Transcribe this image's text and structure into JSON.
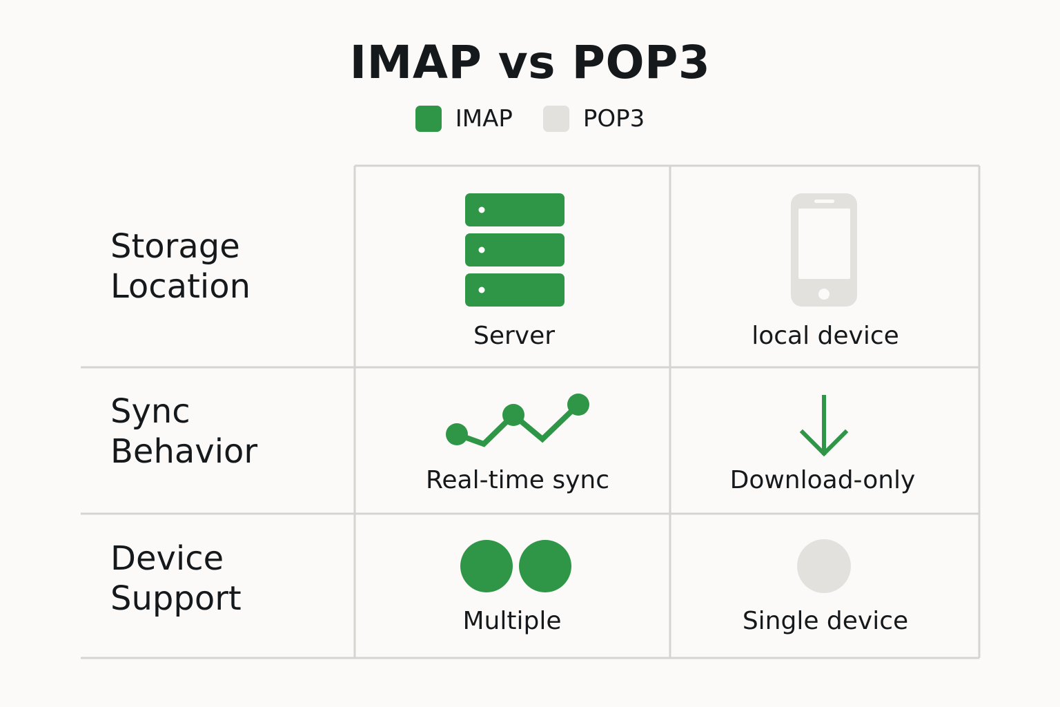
{
  "title": "IMAP vs POP3",
  "legend": [
    {
      "label": "IMAP",
      "color": "#2e9646"
    },
    {
      "label": "POP3",
      "color": "#e3e1de"
    }
  ],
  "rows": [
    {
      "label_line1": "Storage",
      "label_line2": "Location",
      "imap": "Server",
      "imap_icon": "server-icon",
      "pop3": "local device",
      "pop3_icon": "phone-icon"
    },
    {
      "label_line1": "Sync",
      "label_line2": "Behavior",
      "imap": "Real-time sync",
      "imap_icon": "sync-line-icon",
      "pop3": "Download-only",
      "pop3_icon": "download-arrow-icon"
    },
    {
      "label_line1": "Device",
      "label_line2": "Support",
      "imap": "Multiple",
      "imap_icon": "two-circles-icon",
      "pop3": "Single device",
      "pop3_icon": "single-circle-icon"
    }
  ]
}
